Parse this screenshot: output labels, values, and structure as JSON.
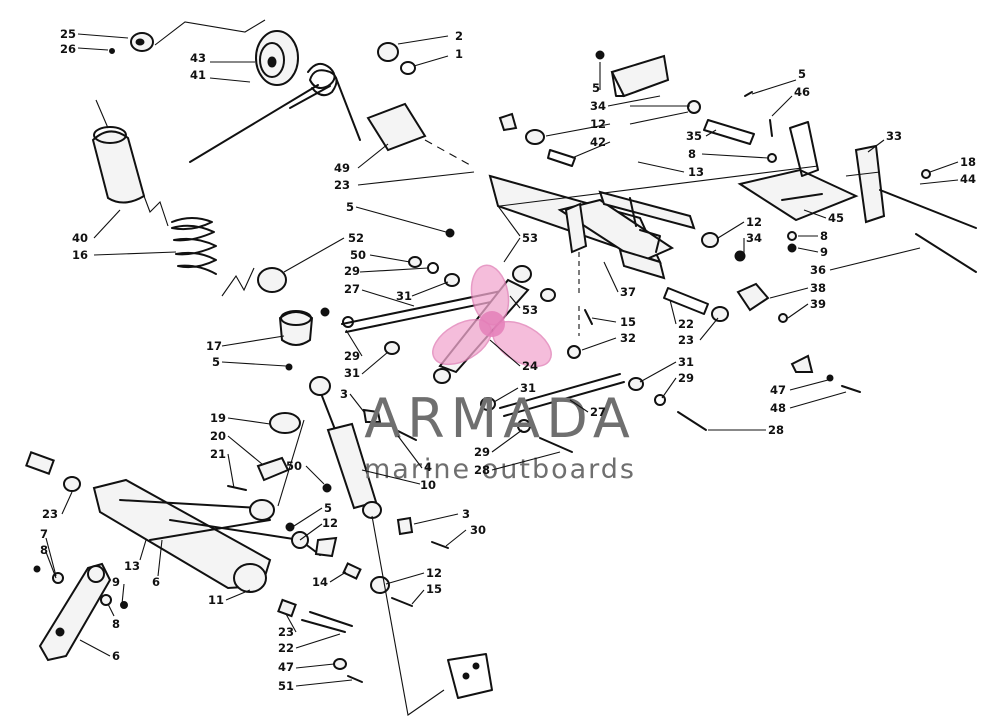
{
  "watermark": {
    "brand": "ARMADA",
    "tagline": "marine outboards",
    "logo_color": "#f2a8cf",
    "text_color": "#6f6f6f"
  },
  "callouts": [
    {
      "id": "c1",
      "text": "25"
    },
    {
      "id": "c2",
      "text": "26"
    },
    {
      "id": "c3",
      "text": "43"
    },
    {
      "id": "c4",
      "text": "41"
    },
    {
      "id": "c5",
      "text": "2"
    },
    {
      "id": "c6",
      "text": "1"
    },
    {
      "id": "c7",
      "text": "49"
    },
    {
      "id": "c8",
      "text": "23"
    },
    {
      "id": "c9",
      "text": "40"
    },
    {
      "id": "c10",
      "text": "16"
    },
    {
      "id": "c11",
      "text": "52"
    },
    {
      "id": "c12",
      "text": "17"
    },
    {
      "id": "c13",
      "text": "5"
    },
    {
      "id": "c14",
      "text": "5"
    },
    {
      "id": "c15",
      "text": "50"
    },
    {
      "id": "c16",
      "text": "29"
    },
    {
      "id": "c17",
      "text": "27"
    },
    {
      "id": "c18",
      "text": "31"
    },
    {
      "id": "c19",
      "text": "29"
    },
    {
      "id": "c20",
      "text": "31"
    },
    {
      "id": "c21",
      "text": "3"
    },
    {
      "id": "c22",
      "text": "19"
    },
    {
      "id": "c23",
      "text": "20"
    },
    {
      "id": "c24",
      "text": "21"
    },
    {
      "id": "c25",
      "text": "50"
    },
    {
      "id": "c26",
      "text": "4"
    },
    {
      "id": "c27",
      "text": "10"
    },
    {
      "id": "c28",
      "text": "23"
    },
    {
      "id": "c29",
      "text": "7"
    },
    {
      "id": "c30",
      "text": "8"
    },
    {
      "id": "c31",
      "text": "13"
    },
    {
      "id": "c32",
      "text": "6"
    },
    {
      "id": "c33",
      "text": "9"
    },
    {
      "id": "c34",
      "text": "8"
    },
    {
      "id": "c35",
      "text": "6"
    },
    {
      "id": "c36",
      "text": "5"
    },
    {
      "id": "c37",
      "text": "12"
    },
    {
      "id": "c38",
      "text": "11"
    },
    {
      "id": "c39",
      "text": "14"
    },
    {
      "id": "c40",
      "text": "12"
    },
    {
      "id": "c41",
      "text": "15"
    },
    {
      "id": "c42",
      "text": "23"
    },
    {
      "id": "c43",
      "text": "22"
    },
    {
      "id": "c44",
      "text": "47"
    },
    {
      "id": "c45",
      "text": "51"
    },
    {
      "id": "c46",
      "text": "3"
    },
    {
      "id": "c47",
      "text": "30"
    },
    {
      "id": "c48",
      "text": "5"
    },
    {
      "id": "c49",
      "text": "34"
    },
    {
      "id": "c50",
      "text": "12"
    },
    {
      "id": "c51",
      "text": "42"
    },
    {
      "id": "c52",
      "text": "5"
    },
    {
      "id": "c53",
      "text": "46"
    },
    {
      "id": "c54",
      "text": "35"
    },
    {
      "id": "c55",
      "text": "8"
    },
    {
      "id": "c56",
      "text": "13"
    },
    {
      "id": "c57",
      "text": "33"
    },
    {
      "id": "c58",
      "text": "18"
    },
    {
      "id": "c59",
      "text": "44"
    },
    {
      "id": "c60",
      "text": "45"
    },
    {
      "id": "c61",
      "text": "12"
    },
    {
      "id": "c62",
      "text": "34"
    },
    {
      "id": "c63",
      "text": "8"
    },
    {
      "id": "c64",
      "text": "9"
    },
    {
      "id": "c65",
      "text": "36"
    },
    {
      "id": "c66",
      "text": "53"
    },
    {
      "id": "c67",
      "text": "53"
    },
    {
      "id": "c68",
      "text": "37"
    },
    {
      "id": "c69",
      "text": "38"
    },
    {
      "id": "c70",
      "text": "39"
    },
    {
      "id": "c71",
      "text": "15"
    },
    {
      "id": "c72",
      "text": "32"
    },
    {
      "id": "c73",
      "text": "22"
    },
    {
      "id": "c74",
      "text": "23"
    },
    {
      "id": "c75",
      "text": "24"
    },
    {
      "id": "c76",
      "text": "31"
    },
    {
      "id": "c77",
      "text": "29"
    },
    {
      "id": "c78",
      "text": "31"
    },
    {
      "id": "c79",
      "text": "27"
    },
    {
      "id": "c80",
      "text": "29"
    },
    {
      "id": "c81",
      "text": "28"
    },
    {
      "id": "c82",
      "text": "47"
    },
    {
      "id": "c83",
      "text": "48"
    },
    {
      "id": "c84",
      "text": "28"
    }
  ]
}
